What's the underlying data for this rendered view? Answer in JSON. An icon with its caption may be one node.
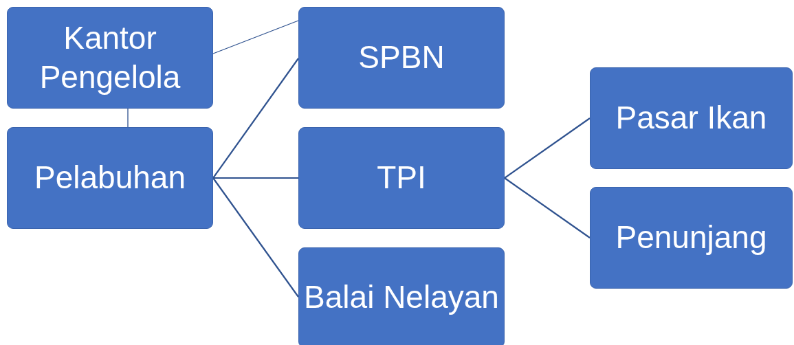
{
  "diagram": {
    "nodes": [
      {
        "text": [
          "Kantor Pengelola"
        ]
      },
      {
        "text": [
          "Pelabuhan"
        ]
      },
      {
        "text": [
          "SPBN"
        ]
      },
      {
        "text": [
          "TPI"
        ]
      },
      {
        "text": [
          "Balai Nelayan"
        ]
      },
      {
        "text": [
          "Pasar Ikan"
        ]
      },
      {
        "text": [
          "Penunjang"
        ]
      }
    ],
    "edges": [
      {
        "from": 0,
        "to": 2,
        "arrow": "none"
      },
      {
        "from": 0,
        "to": 1,
        "arrow": "none"
      },
      {
        "from": 1,
        "to": 2,
        "arrow": "none"
      },
      {
        "from": 1,
        "to": 3,
        "arrow": "none"
      },
      {
        "from": 1,
        "to": 4,
        "arrow": "none"
      },
      {
        "from": 3,
        "to": 5,
        "arrow": "none"
      },
      {
        "from": 3,
        "to": 6,
        "arrow": "none"
      }
    ]
  }
}
